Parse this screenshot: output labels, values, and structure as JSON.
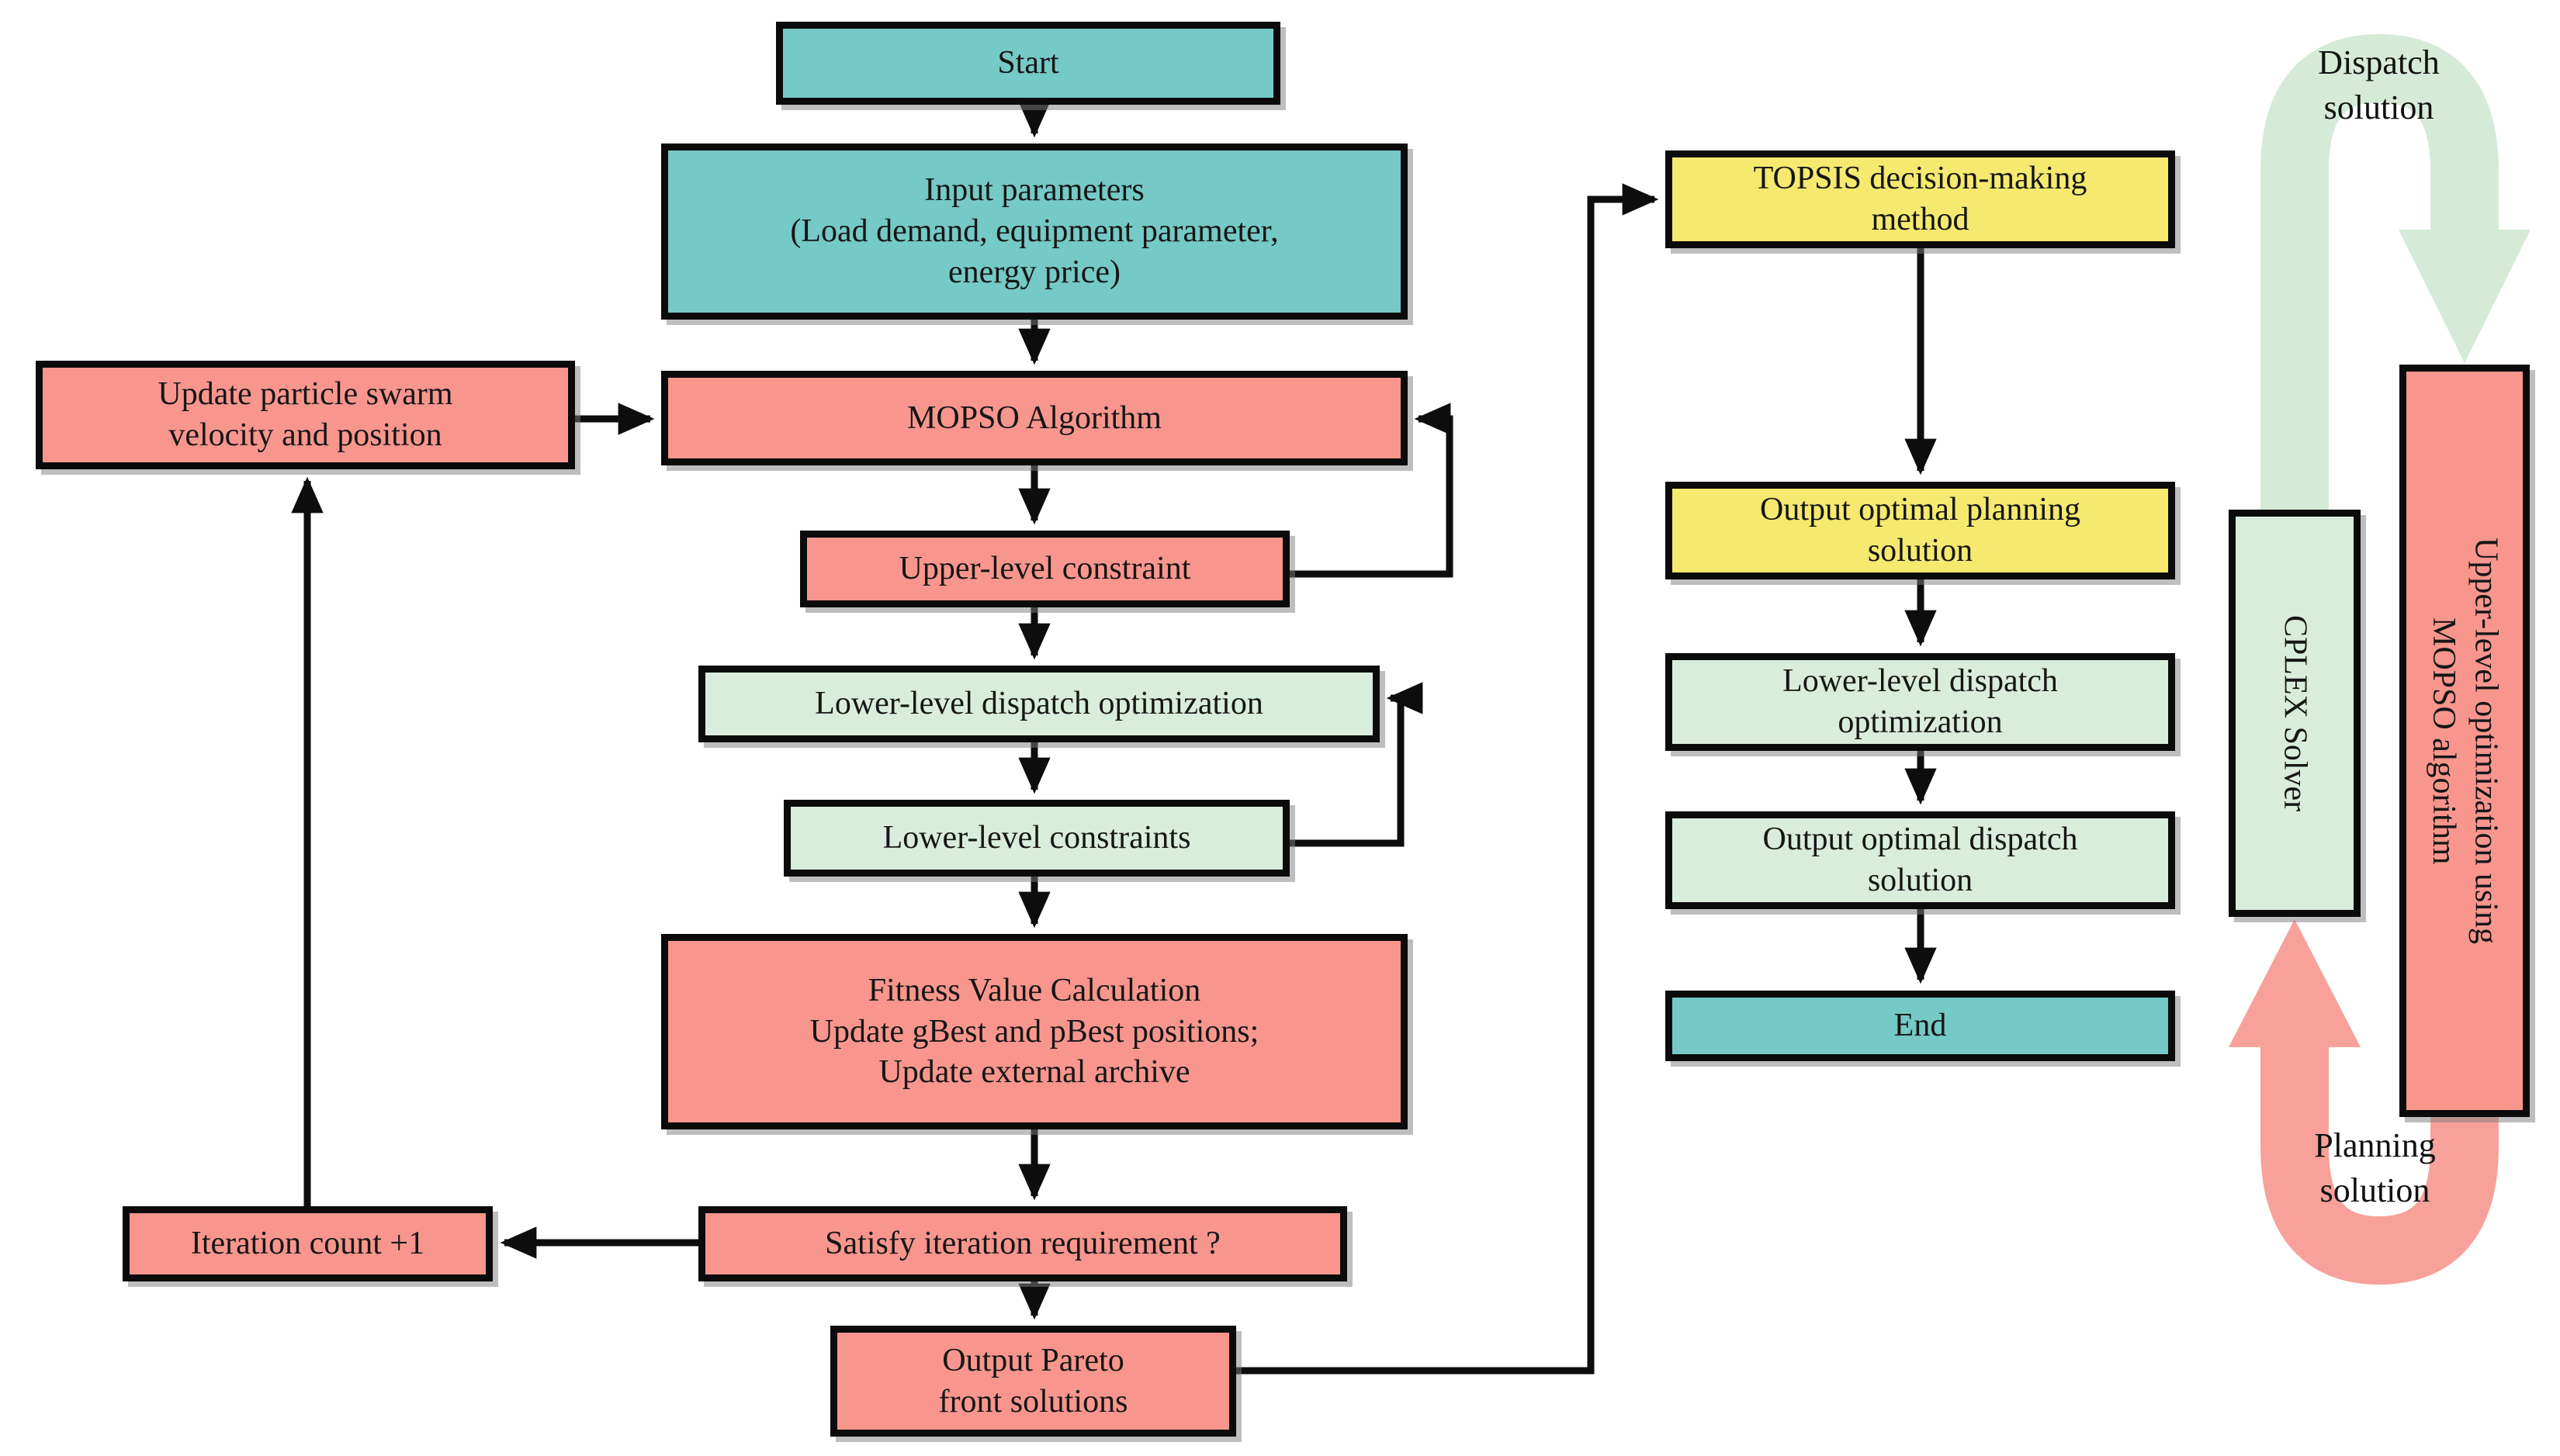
{
  "figure": {
    "type": "flowchart",
    "description": "Bi-level planning and dispatch optimization flowchart using MOPSO and CPLEX"
  },
  "colors": {
    "teal": "#75C9C6",
    "salmon": "#F8968D",
    "paleGreen": "#D9EDDC",
    "yellow": "#F5E96F",
    "greenArrow": "#D5EBD8",
    "pinkArrow": "#F7A19A",
    "line": "#0d0d0d",
    "text": "#161616"
  },
  "nodes": [
    {
      "id": "start",
      "color": "teal",
      "lines": [
        "Start"
      ]
    },
    {
      "id": "input-parameters",
      "color": "teal",
      "lines": [
        "Input parameters",
        "(Load demand, equipment parameter,",
        "energy price)"
      ]
    },
    {
      "id": "mopso-algorithm",
      "color": "salmon",
      "lines": [
        "MOPSO Algorithm"
      ]
    },
    {
      "id": "upper-level-constraint",
      "color": "salmon",
      "lines": [
        "Upper-level constraint"
      ]
    },
    {
      "id": "lower-level-dispatch-optimization",
      "color": "paleGreen",
      "lines": [
        "Lower-level dispatch optimization"
      ]
    },
    {
      "id": "lower-level-constraints",
      "color": "paleGreen",
      "lines": [
        "Lower-level constraints"
      ]
    },
    {
      "id": "fitness-value-calculation",
      "color": "salmon",
      "lines": [
        "Fitness Value Calculation",
        "Update gBest and pBest positions;",
        "Update external archive"
      ]
    },
    {
      "id": "satisfy-iteration-requirement",
      "color": "salmon",
      "lines": [
        "Satisfy iteration requirement ?"
      ]
    },
    {
      "id": "output-pareto-front-solutions",
      "color": "salmon",
      "lines": [
        "Output Pareto",
        "front solutions"
      ]
    },
    {
      "id": "update-particle-swarm",
      "color": "salmon",
      "lines": [
        "Update particle swarm",
        "velocity and position"
      ]
    },
    {
      "id": "iteration-count",
      "color": "salmon",
      "lines": [
        "Iteration count +1"
      ]
    },
    {
      "id": "topsis-method",
      "color": "yellow",
      "lines": [
        "TOPSIS decision-making",
        "method"
      ]
    },
    {
      "id": "output-optimal-planning-solution",
      "color": "yellow",
      "lines": [
        "Output optimal planning",
        "solution"
      ]
    },
    {
      "id": "lower-level-dispatch-optimization-right",
      "color": "paleGreen",
      "lines": [
        "Lower-level dispatch",
        "optimization"
      ]
    },
    {
      "id": "output-optimal-dispatch-solution",
      "color": "paleGreen",
      "lines": [
        "Output optimal dispatch",
        "solution"
      ]
    },
    {
      "id": "end",
      "color": "teal",
      "lines": [
        "End"
      ]
    },
    {
      "id": "cplex-solver",
      "color": "paleGreen",
      "vertical": true,
      "lines": [
        "CPLEX Solver"
      ]
    },
    {
      "id": "upper-level-optimization-mopso",
      "color": "salmon",
      "vertical": true,
      "lines": [
        "Upper-level optimization using",
        "MOPSO algorithm"
      ]
    }
  ],
  "big_arrows": {
    "dispatch": {
      "line1": "Dispatch",
      "line2": "solution"
    },
    "planning": {
      "line1": "Planning",
      "line2": "solution"
    }
  }
}
